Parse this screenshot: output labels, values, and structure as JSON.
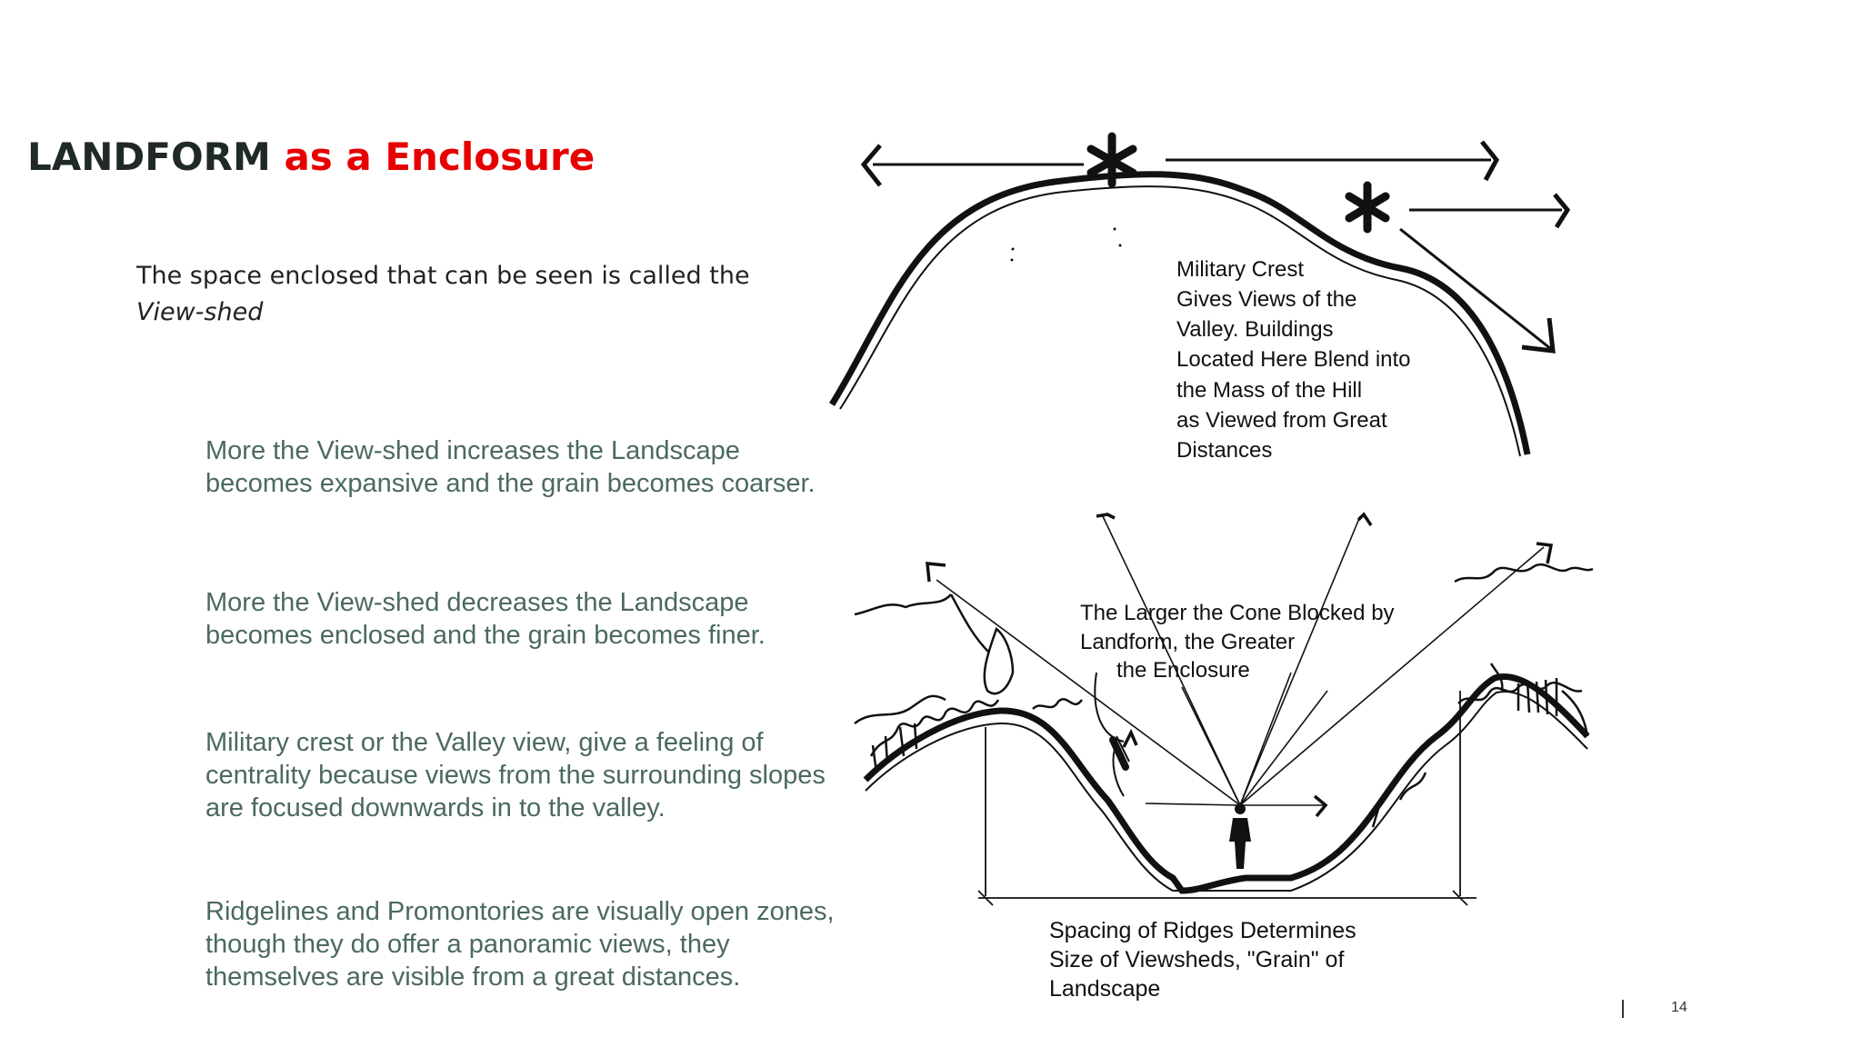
{
  "title": {
    "part1": "LANDFORM",
    "part2": "as a Enclosure"
  },
  "intro": {
    "line1": "The space enclosed that can be seen is called the",
    "line2": "View-shed"
  },
  "bullets": [
    {
      "line1": "More the View-shed increases the Landscape",
      "line2": "becomes expansive and the grain becomes coarser."
    },
    {
      "line1": "More the View-shed decreases the Landscape",
      "line2": "becomes enclosed and the grain becomes finer."
    },
    {
      "line1": "Military crest or the Valley view, give a feeling of",
      "line2": "centrality because views from the surrounding slopes",
      "line3": "are focused downwards in to the valley."
    },
    {
      "line1": "Ridgelines and Promontories are visually open zones,",
      "line2": "though they do offer a  panoramic views, they",
      "line3": "themselves are visible from a great distances."
    }
  ],
  "diagram_top": {
    "caption": [
      "Military Crest",
      "Gives Views of the",
      "Valley.  Buildings",
      "Located Here Blend into",
      "the Mass of the Hill",
      "as Viewed from Great",
      "Distances"
    ]
  },
  "diagram_bottom": {
    "cone_caption": [
      "The Larger the Cone Blocked by",
      "Landform, the Greater",
      "the Enclosure"
    ],
    "spacing_caption": [
      "Spacing of Ridges Determines",
      "Size of Viewsheds, \"Grain\" of",
      "Landscape"
    ]
  },
  "page_number": "14"
}
